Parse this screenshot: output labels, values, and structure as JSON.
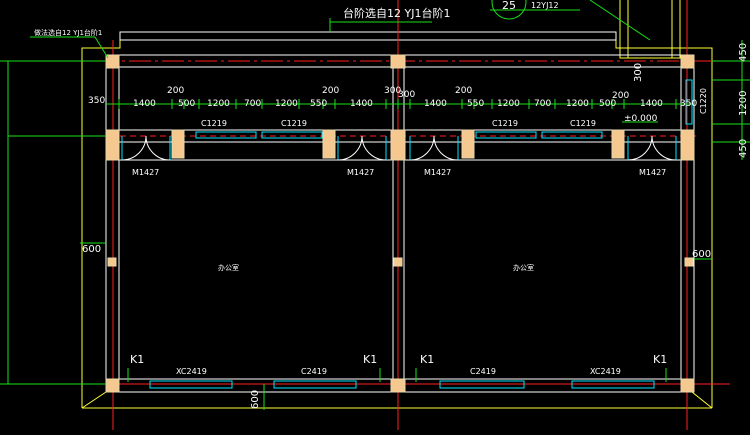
{
  "canvas": {
    "background": "#000000"
  },
  "colors": {
    "wall": "#ffffff",
    "axis": "#ff2020",
    "dim": "#18e018",
    "text": "#ffffff",
    "window": "#00e5ff",
    "yellow": "#ffff33",
    "column": "#f5c890",
    "hatch": "#e8d8a8",
    "door": "#00e5ff",
    "door_arc": "#ffffff"
  },
  "notes": {
    "top_left": "做法选自12 YJ1台阶1",
    "top_center": "台阶选自12 YJ1台阶1",
    "detail_no": "25",
    "detail_ref": "12YJ12"
  },
  "dims": {
    "top": [
      "350",
      "1400",
      "200",
      "500",
      "1200",
      "700",
      "1200",
      "550",
      "200",
      "1400",
      "300",
      "300",
      "1400",
      "200",
      "550",
      "1200",
      "700",
      "1200",
      "500",
      "200",
      "1400",
      "350"
    ],
    "right": [
      "450",
      "1200",
      "450"
    ],
    "side": [
      "300"
    ],
    "left_mid": "600",
    "right_mid": "600",
    "bottom": "600",
    "elevation": "±0.000"
  },
  "rooms": {
    "left": "办公室",
    "right": "办公室"
  },
  "windows": {
    "top": [
      "C1219",
      "C1219",
      "C1219",
      "C1219"
    ],
    "right": "C1220",
    "bottom": [
      "XC2419",
      "C2419",
      "C2419",
      "XC2419"
    ]
  },
  "doors": [
    "M1427",
    "M1427",
    "M1427",
    "M1427"
  ],
  "k_labels": [
    "K1",
    "K1",
    "K1",
    "K1"
  ]
}
